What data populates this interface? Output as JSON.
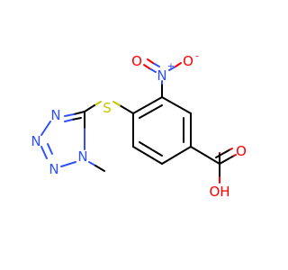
{
  "molecule": {
    "colors": {
      "carbon": "#000000",
      "nitrogen": "#3050f8",
      "oxygen": "#ff0000",
      "sulfur": "#c6c600",
      "background": "#ffffff"
    },
    "labels": {
      "sulfur": "S",
      "nitro_n": "N",
      "nitro_n_charge": "+",
      "nitro_o_left": "O",
      "nitro_o_right": "O",
      "nitro_o_right_charge": "-",
      "acid_o_double": "O",
      "acid_oh": "OH",
      "tz_n3": "N",
      "tz_n2": "N",
      "tz_n1": "N",
      "tz_methyl_n": "N"
    }
  }
}
